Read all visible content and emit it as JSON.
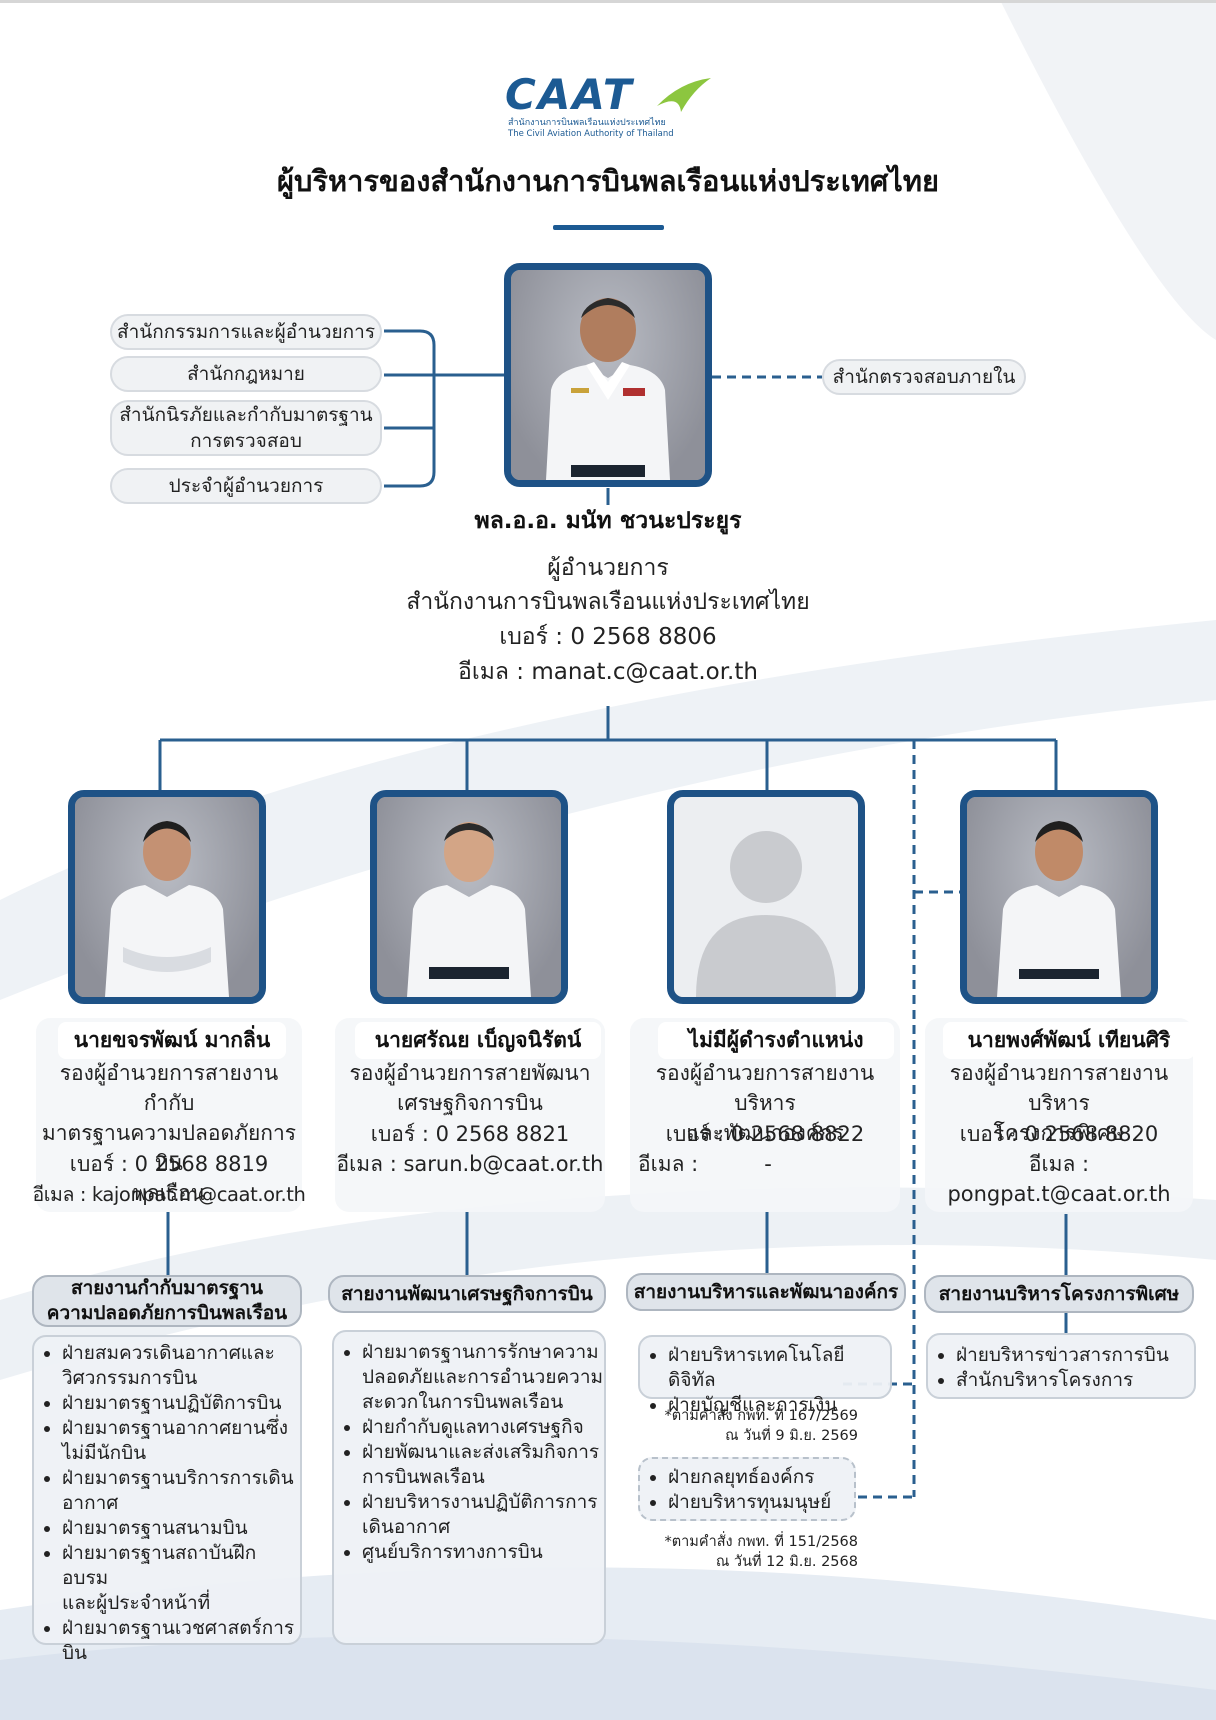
{
  "header": {
    "logo_text": "CAAT",
    "logo_sub_th": "สำนักงานการบินพลเรือนแห่งประเทศไทย",
    "logo_sub_en": "The Civil Aviation Authority of Thailand",
    "title": "ผู้บริหารของสำนักงานการบินพลเรือนแห่งประเทศไทย"
  },
  "left_offices": [
    {
      "label": "สำนักกรรมการและผู้อำนวยการ"
    },
    {
      "label": "สำนักกฎหมาย"
    },
    {
      "label": "สำนักนิรภัยและกำกับมาตรฐาน\nการตรวจสอบ"
    },
    {
      "label": "ประจำผู้อำนวยการ"
    }
  ],
  "right_office": {
    "label": "สำนักตรวจสอบภายใน"
  },
  "director": {
    "name": "พล.อ.อ. มนัท ชวนะประยูร",
    "position": "ผู้อำนวยการ",
    "organization": "สำนักงานการบินพลเรือนแห่งประเทศไทย",
    "phone": "เบอร์ : 0 2568 8806",
    "email": "อีเมล : manat.c@caat.or.th"
  },
  "deputies": [
    {
      "name": "นายขจรพัฒน์ มากลิ่น",
      "position": "รองผู้อำนวยการสายงานกำกับ\nมาตรฐานความปลอดภัยการบิน\nพลเรือน",
      "phone": "เบอร์ : 0 2568 8819",
      "email": "อีเมล : kajonpat.m@caat.or.th",
      "section": "สายงานกำกับมาตรฐาน\nความปลอดภัยการบินพลเรือน",
      "units": [
        "ฝ่ายสมควรเดินอากาศและ\nวิศวกรรมการบิน",
        "ฝ่ายมาตรฐานปฏิบัติการบิน",
        "ฝ่ายมาตรฐานอากาศยานซึ่ง\nไม่มีนักบิน",
        "ฝ่ายมาตรฐานบริการการเดิน\nอากาศ",
        "ฝ่ายมาตรฐานสนามบิน",
        "ฝ่ายมาตรฐานสถาบันฝึกอบรม\nและผู้ประจำหน้าที่",
        "ฝ่ายมาตรฐานเวชศาสตร์การบิน"
      ]
    },
    {
      "name": "นายศรัณย เบ็ญจนิรัตน์",
      "position": "รองผู้อำนวยการสายพัฒนา\nเศรษฐกิจการบิน",
      "phone": "เบอร์ : 0 2568 8821",
      "email": "อีเมล : sarun.b@caat.or.th",
      "section": "สายงานพัฒนาเศรษฐกิจการบิน",
      "units": [
        "ฝ่ายมาตรฐานการรักษาความ\nปลอดภัยและการอำนวยความ\nสะดวกในการบินพลเรือน",
        "ฝ่ายกำกับดูแลทางเศรษฐกิจ",
        "ฝ่ายพัฒนาและส่งเสริมกิจการ\nการบินพลเรือน",
        "ฝ่ายบริหารงานปฏิบัติการการ\nเดินอากาศ",
        "ศูนย์บริการทางการบิน"
      ]
    },
    {
      "name": "ไม่มีผู้ดำรงตำแหน่ง",
      "position": "รองผู้อำนวยการสายงานบริหาร\nและพัฒนาองค์กร",
      "phone": "เบอร์ : 0 2568 8822",
      "email_label": "อีเมล :",
      "email_value": "-",
      "section": "สายงานบริหารและพัฒนาองค์กร",
      "units": [
        "ฝ่ายบริหารเทคโนโลยีดิจิทัล",
        "ฝ่ายบัญชีและการเงิน"
      ],
      "note1": "*ตามคำสั่ง กพท. ที่ 167/2569\nณ วันที่ 9 มิ.ย. 2569",
      "units_b": [
        "ฝ่ายกลยุทธ์องค์กร",
        "ฝ่ายบริหารทุนมนุษย์"
      ],
      "note2": "*ตามคำสั่ง กพท. ที่ 151/2568\nณ วันที่ 12 มิ.ย. 2568"
    },
    {
      "name": "นายพงศ์พัฒน์ เทียนศิริ",
      "position": "รองผู้อำนวยการสายงานบริหาร\nโครงการพิเศษ",
      "phone": "เบอร์ : 0 2568 8820",
      "email": "อีเมล : pongpat.t@caat.or.th",
      "section": "สายงานบริหารโครงการพิเศษ",
      "units": [
        "ฝ่ายบริหารข่าวสารการบิน",
        "สำนักบริหารโครงการ"
      ]
    }
  ],
  "colors": {
    "navy": "#1e5286",
    "line": "#2a5f8f",
    "pill_bg": "#f0f2f4",
    "section_bg": "#dfe4ea"
  }
}
